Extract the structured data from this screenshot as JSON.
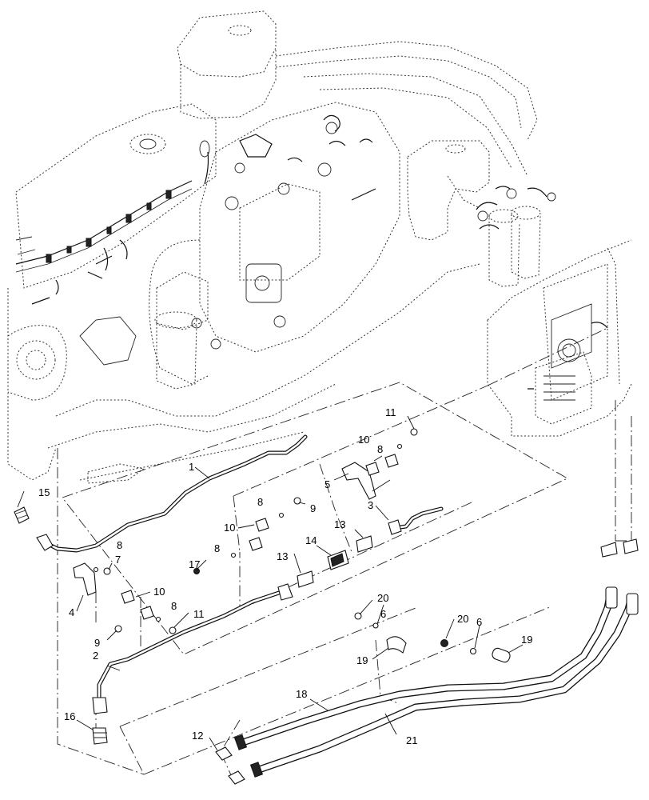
{
  "callouts": {
    "c1": "1",
    "c2": "2",
    "c3": "3",
    "c4": "4",
    "c5": "5",
    "c6a": "6",
    "c6b": "6",
    "c7": "7",
    "c8a": "8",
    "c8b": "8",
    "c8c": "8",
    "c8d": "8",
    "c8e": "8",
    "c9a": "9",
    "c9b": "9",
    "c10a": "10",
    "c10b": "10",
    "c10c": "10",
    "c11a": "11",
    "c11b": "11",
    "c12": "12",
    "c13a": "13",
    "c13b": "13",
    "c14": "14",
    "c15": "15",
    "c16": "16",
    "c17": "17",
    "c18": "18",
    "c19a": "19",
    "c19b": "19",
    "c20a": "20",
    "c20b": "20",
    "c21": "21"
  }
}
